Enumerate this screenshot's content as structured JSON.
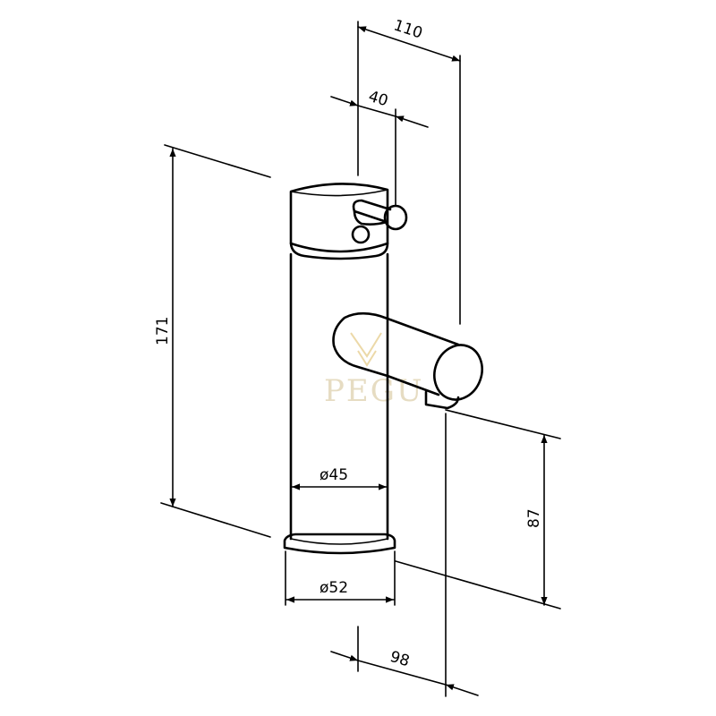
{
  "dimensions": {
    "overall_height": "171",
    "spout_projection": "110",
    "lever_offset": "40",
    "body_diameter": "ø45",
    "base_diameter": "ø52",
    "spout_height": "87",
    "spout_reach": "98"
  },
  "watermark": {
    "text": "PEGU"
  },
  "colors": {
    "line": "#000000",
    "background": "#ffffff",
    "watermark": "#e6dcc2"
  }
}
